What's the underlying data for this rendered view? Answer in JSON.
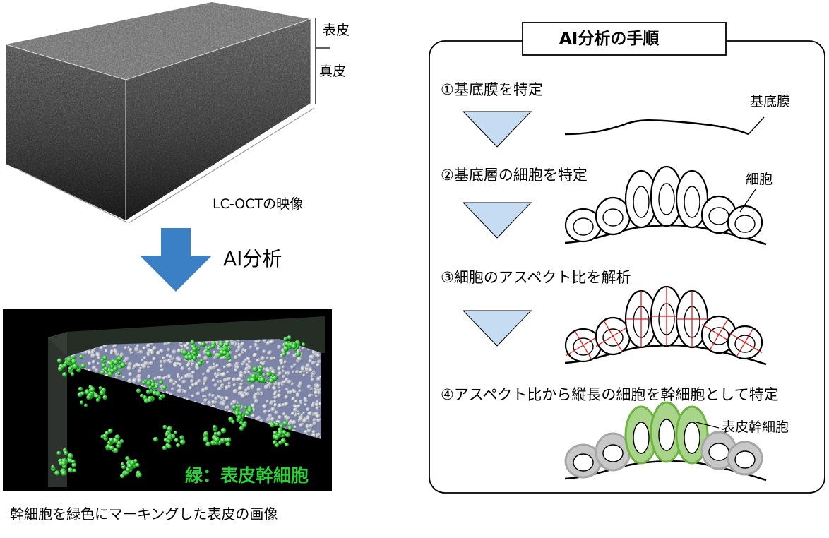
{
  "left": {
    "label_epidermis": "表皮",
    "label_dermis": "真皮",
    "oct_caption": "LC-OCTの映像",
    "arrow_label": "AI分析",
    "overlay_label": "緑：表皮幹細胞",
    "bottom_caption": "幹細胞を緑色にマーキングした表皮の画像"
  },
  "panel": {
    "title": "AI分析の手順",
    "steps": [
      "①基底膜を特定",
      "②基底層の細胞を特定",
      "③細胞のアスペクト比を解析",
      "④アスペクト比から縦長の細胞を幹細胞として特定"
    ],
    "label_membrane": "基底膜",
    "label_cell": "細胞",
    "label_stem": "表皮幹細胞"
  },
  "colors": {
    "triangle": "#c6dcf2",
    "arrow": "#3b7fc4",
    "stem_green": "#6db33f",
    "gray_cell": "#a6a6a6",
    "red_axis": "#e11b1b"
  }
}
